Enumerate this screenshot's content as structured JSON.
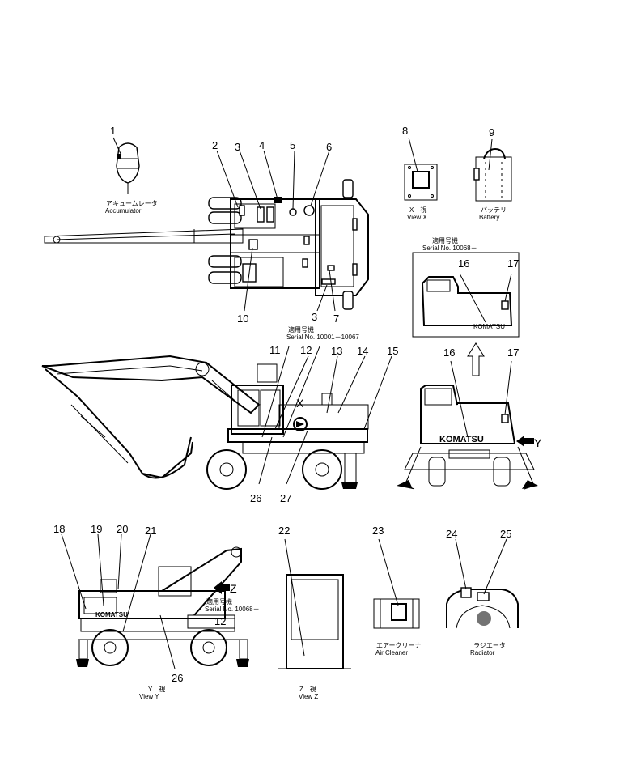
{
  "callouts": [
    "1",
    "2",
    "3",
    "4",
    "5",
    "6",
    "7",
    "8",
    "9",
    "10",
    "3",
    "11",
    "12",
    "13",
    "14",
    "15",
    "16",
    "17",
    "16",
    "17",
    "26",
    "27",
    "18",
    "19",
    "20",
    "21",
    "22",
    "23",
    "24",
    "25",
    "12",
    "26"
  ],
  "captions": {
    "accumulator_jp": "アキュームレータ",
    "accumulator_en": "Accumulator",
    "view_x_jp": "X　視",
    "view_x_en": "View X",
    "battery_jp": "バッテリ",
    "battery_en": "Battery",
    "serial_a_jp": "適用号機",
    "serial_a_en": "Serial No. 10001－10067",
    "serial_b_jp": "適用号機",
    "serial_b_en": "Serial No. 10068－",
    "serial_c_jp": "適用号機",
    "serial_c_en": "Serial No. 10068－",
    "view_y_jp": "Y　視",
    "view_y_en": "View Y",
    "view_z_jp": "Z　視",
    "view_z_en": "View Z",
    "air_cleaner_jp": "エアークリーナ",
    "air_cleaner_en": "Air Cleaner",
    "radiator_jp": "ラジエータ",
    "radiator_en": "Radiator"
  },
  "view_arrows": {
    "x": "X",
    "y": "Y",
    "z": "Z"
  },
  "brand": "KOMATSU"
}
